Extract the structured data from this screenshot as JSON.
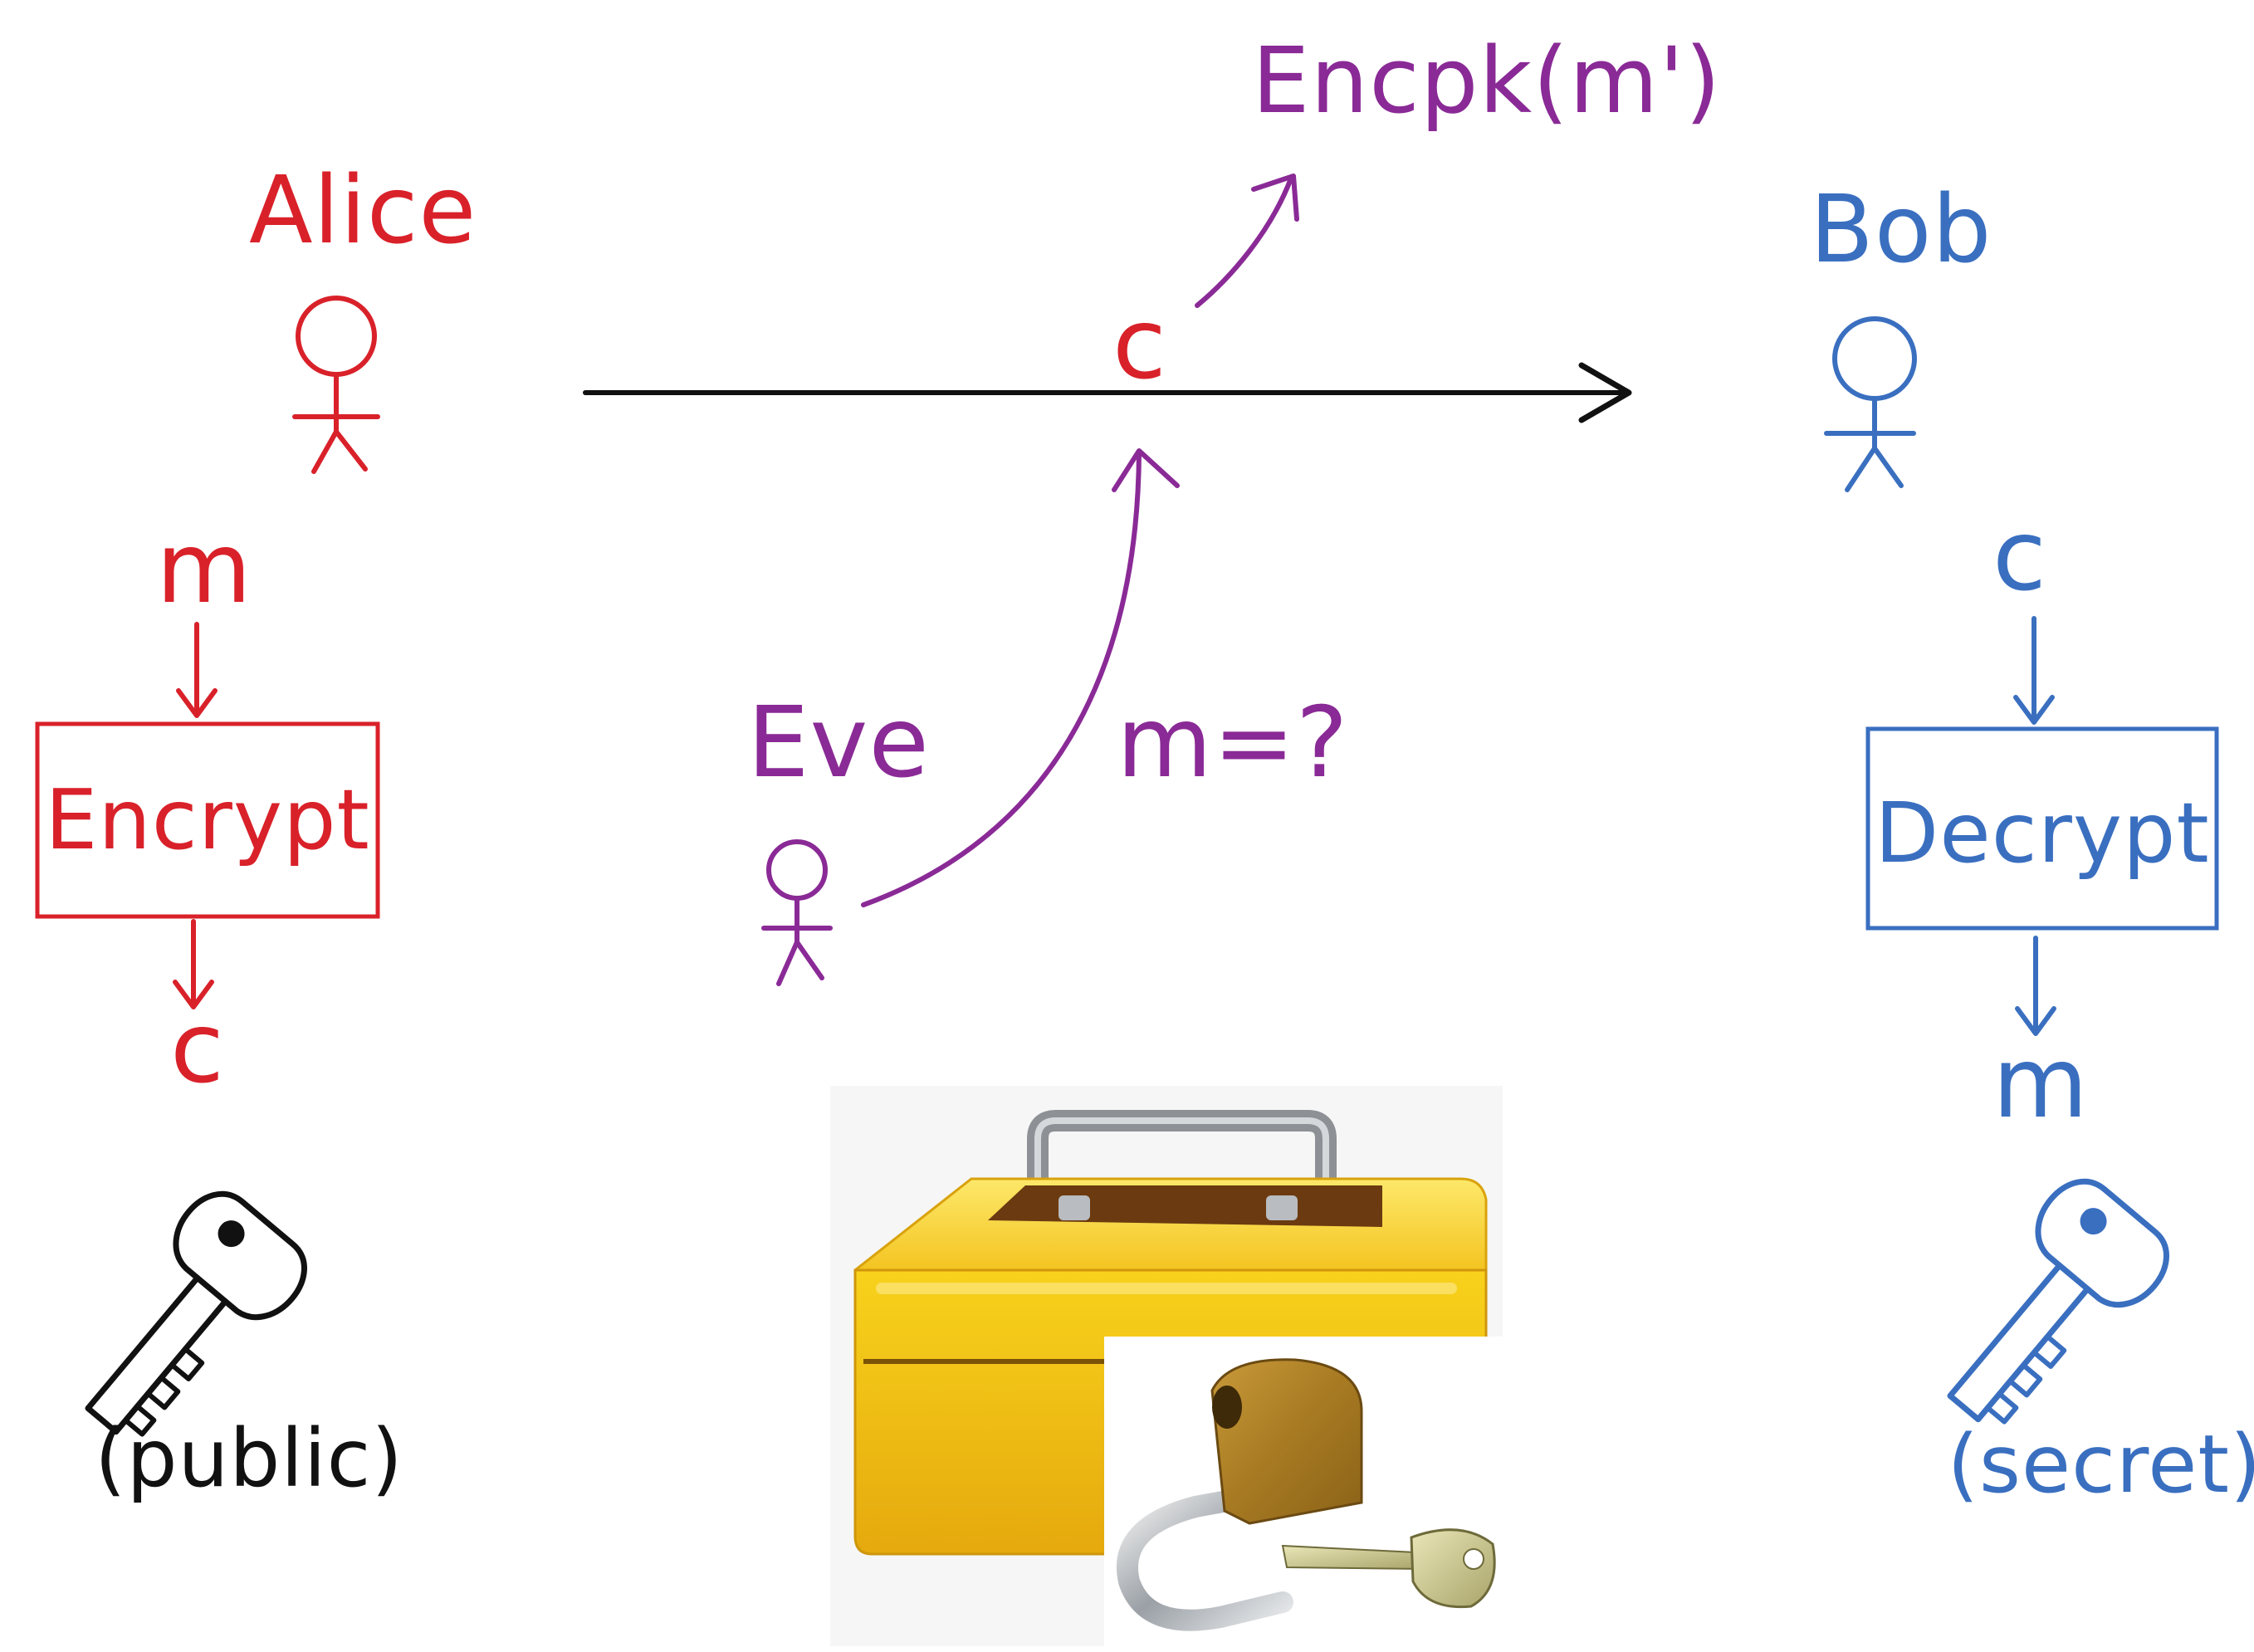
{
  "colors": {
    "alice": "#d9212a",
    "bob": "#3a6fc0",
    "eve": "#8a2a96",
    "ink": "#111111"
  },
  "alice": {
    "name": "Alice",
    "input": "m",
    "box_label": "Encrypt",
    "output": "c",
    "key_label": "(public)"
  },
  "bob": {
    "name": "Bob",
    "input": "c",
    "box_label": "Decrypt",
    "output": "m",
    "key_label": "(secret)"
  },
  "channel": {
    "ciphertext": "c",
    "forged": "Encpk(m')"
  },
  "eve": {
    "name": "Eve",
    "question": "m=?"
  },
  "icons": [
    "stick-figure-icon",
    "key-icon",
    "lockbox-icon",
    "padlock-key-icon"
  ]
}
